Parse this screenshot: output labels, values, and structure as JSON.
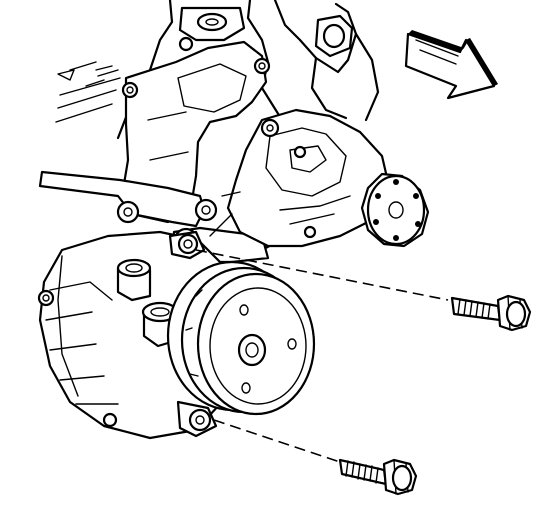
{
  "diagram": {
    "components": [
      {
        "id": "engine-block",
        "icon": "engine-block-icon"
      },
      {
        "id": "mounting-bracket",
        "icon": "bracket-icon"
      },
      {
        "id": "water-pump-hub",
        "icon": "hub-icon"
      },
      {
        "id": "ac-compressor",
        "icon": "compressor-icon"
      },
      {
        "id": "compressor-pulley",
        "icon": "pulley-icon"
      },
      {
        "id": "upper-bolt",
        "icon": "bolt-icon"
      },
      {
        "id": "lower-bolt",
        "icon": "bolt-icon"
      },
      {
        "id": "direction-arrow",
        "icon": "arrow-icon"
      }
    ],
    "colors": {
      "ink": "#000000",
      "paper": "#ffffff"
    }
  }
}
